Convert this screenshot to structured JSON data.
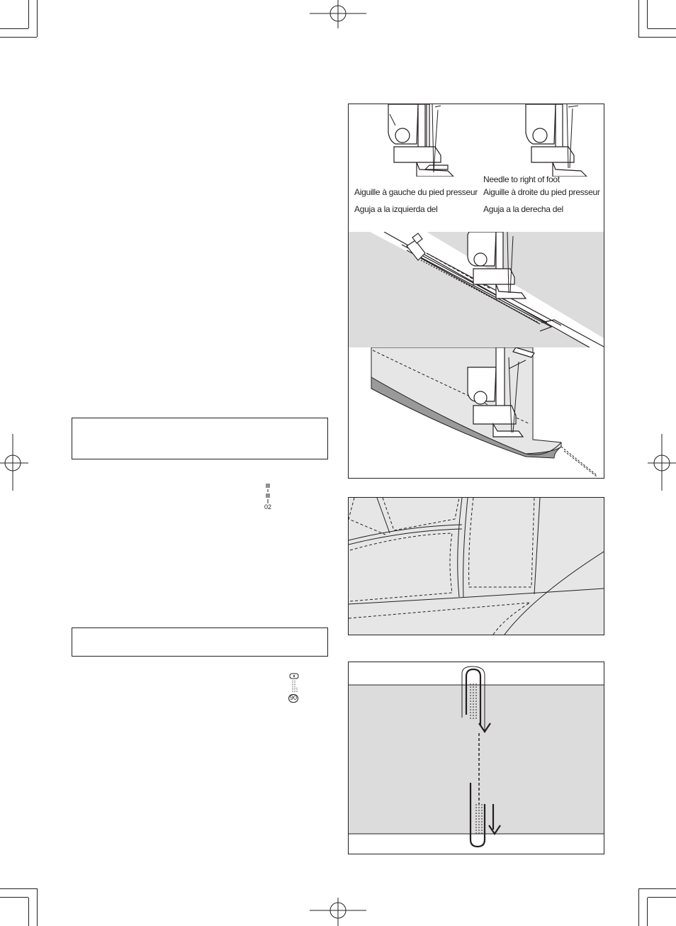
{
  "figure1": {
    "needle_right_en": "Needle to right of foot",
    "needle_left_fr": "Aiguille à gauche du pied presseur",
    "needle_right_fr": "Aiguille à droite du pied presseur",
    "needle_left_es": "Aguja a la izquierda del",
    "needle_right_es": "Aguja a la derecha del"
  },
  "stitch_icons": {
    "straight_stitch_number": "02",
    "bartack_stitch_number": "90"
  },
  "colors": {
    "line": "#231f20",
    "panel_gray": "#dcdcdc",
    "fabric_gray": "#e6e6e6",
    "seam_dark": "#9a9a9a"
  }
}
